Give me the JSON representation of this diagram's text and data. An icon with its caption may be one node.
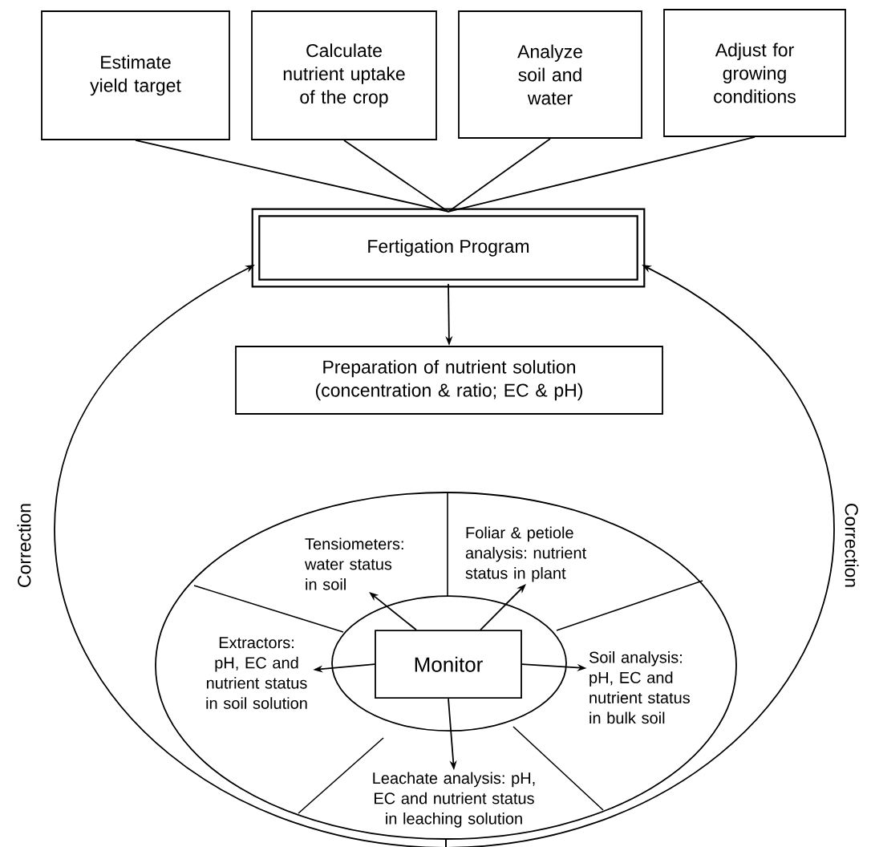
{
  "diagram": {
    "nodes": [
      {
        "text": [
          "Estimate yield target"
        ]
      },
      {
        "text": [
          "Calculate nutrient uptake of the crop"
        ]
      },
      {
        "text": [
          "Analyze soil and water"
        ]
      },
      {
        "text": [
          "Adjust for growing conditions"
        ]
      },
      {
        "text": [
          "Fertigation Program"
        ]
      },
      {
        "text": [
          "Preparation of nutrient solution (concentration & ratio; EC & pH)"
        ]
      },
      {
        "text": [],
        "shape": "ellipse"
      },
      {
        "text": [
          "Tensiometers: water status in soil"
        ],
        "in": 6
      },
      {
        "text": [
          "Foliar & petiole analysis: nutrient status in plant"
        ],
        "in": 6
      },
      {
        "text": [
          "Extractors: pH, EC and nutrient status in soil solution"
        ],
        "in": 6
      },
      {
        "text": [],
        "shape": "ellipse",
        "in": 6
      },
      {
        "text": [
          "Monitor"
        ],
        "in": 10
      },
      {
        "text": [
          "Soil analysis: pH, EC and nutrient status in bulk soil"
        ],
        "in": 6
      },
      {
        "text": [
          "Leachate analysis: pH, EC and nutrient status in leaching solution"
        ],
        "in": 6
      }
    ],
    "edges": [
      {
        "from": 0,
        "to": 4,
        "arrow": "none"
      },
      {
        "from": 1,
        "to": 4,
        "arrow": "none"
      },
      {
        "from": 2,
        "to": 4,
        "arrow": "none"
      },
      {
        "from": 3,
        "to": 4,
        "arrow": "none"
      },
      {
        "from": 4,
        "to": 5,
        "arrow": "to"
      },
      {
        "from": 11,
        "to": 7,
        "arrow": "to"
      },
      {
        "from": 11,
        "to": 8,
        "arrow": "to"
      },
      {
        "from": 11,
        "to": 9,
        "arrow": "to"
      },
      {
        "from": 11,
        "to": 12,
        "arrow": "to"
      },
      {
        "from": 11,
        "to": 13,
        "arrow": "to"
      },
      {
        "from": 6,
        "to": 4,
        "arrow": "to",
        "label": "Correction"
      },
      {
        "from": 6,
        "to": 4,
        "arrow": "to",
        "label": "Correction"
      }
    ]
  }
}
